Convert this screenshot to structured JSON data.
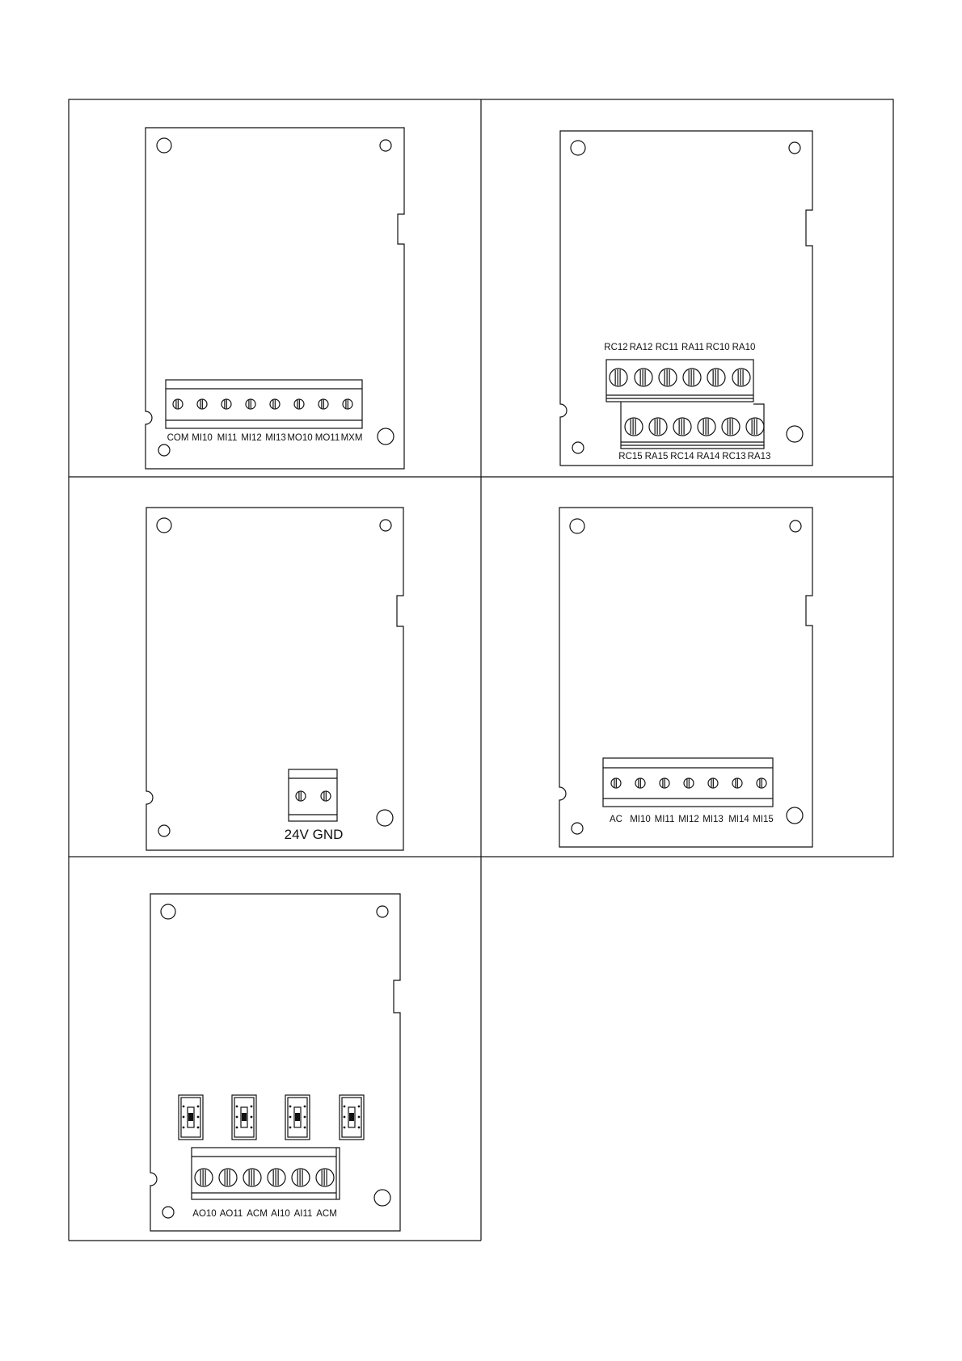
{
  "boards": {
    "digital_io": {
      "terminals": [
        "COM",
        "MI10",
        "MI11",
        "MI12",
        "MI13",
        "MO10",
        "MO11",
        "MXM"
      ]
    },
    "relay": {
      "top_terminals": [
        "RC12",
        "RA12",
        "RC11",
        "RA11",
        "RC10",
        "RA10"
      ],
      "bottom_terminals": [
        "RC15",
        "RA15",
        "RC14",
        "RA14",
        "RC13",
        "RA13"
      ]
    },
    "power": {
      "terminal_label": "24V GND"
    },
    "ac_input": {
      "terminals": [
        "AC",
        "MI10",
        "MI11",
        "MI12",
        "MI13",
        "MI14",
        "MI15"
      ]
    },
    "analog_io": {
      "terminals": [
        "AO10",
        "AO11",
        "ACM",
        "AI10",
        "AI11",
        "ACM"
      ],
      "dip_switch_count": 4
    }
  }
}
